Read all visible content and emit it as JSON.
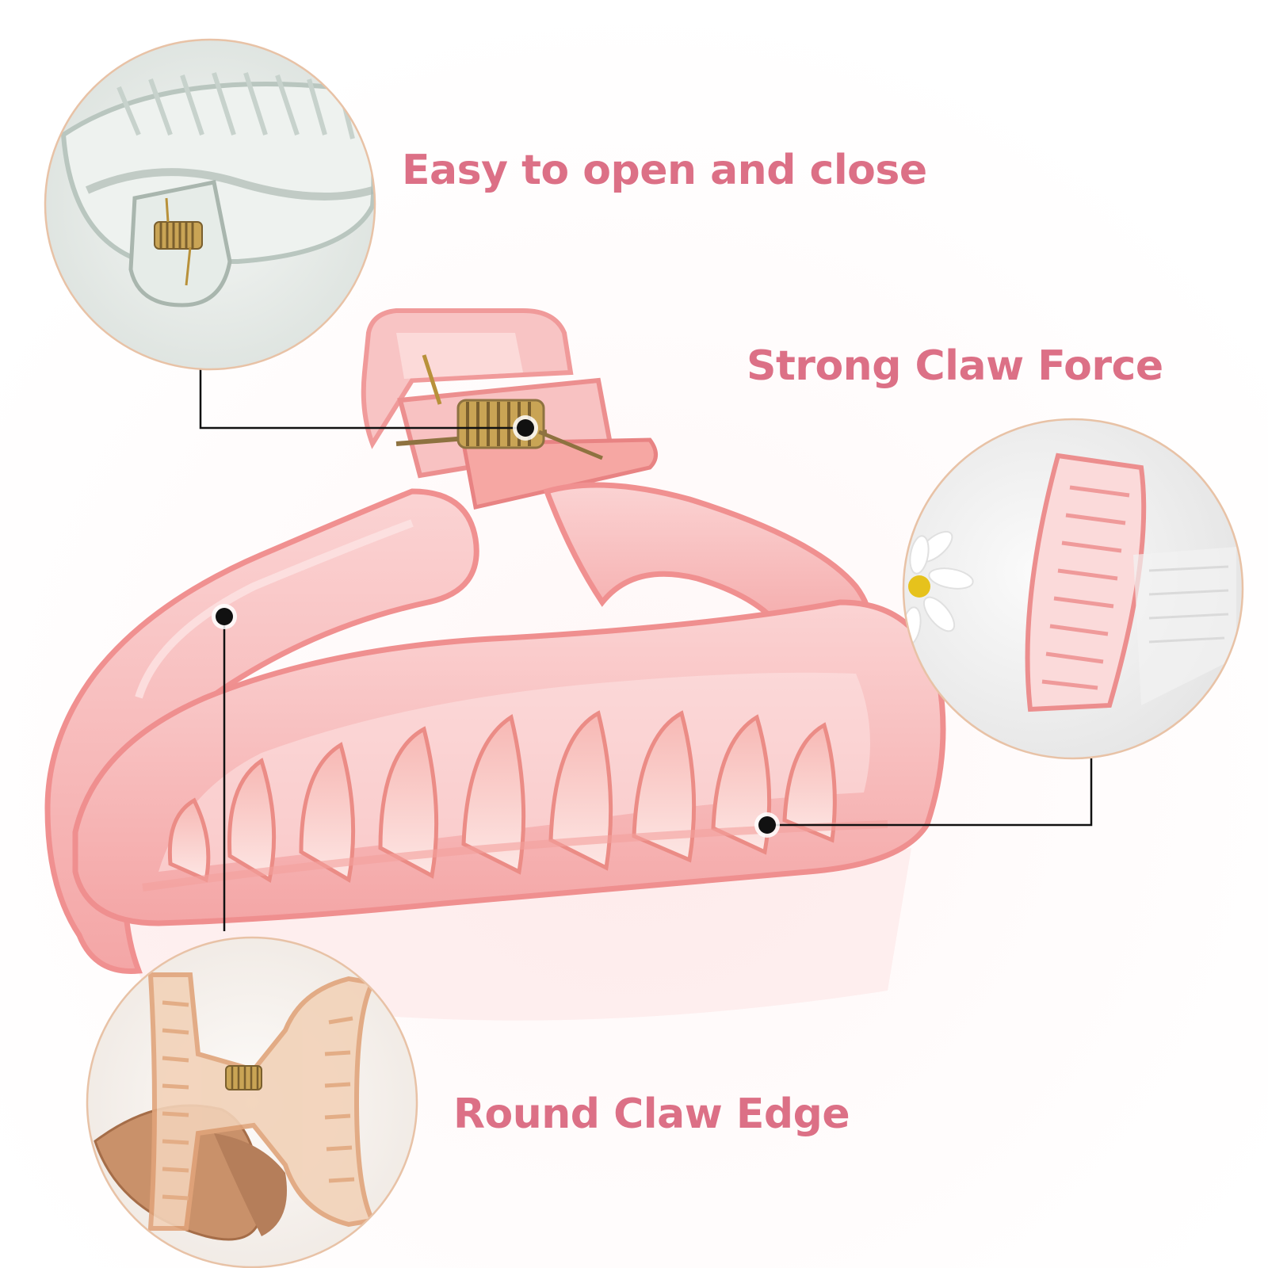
{
  "features": [
    {
      "label": "Easy to open and close"
    },
    {
      "label": "Strong Claw Force"
    },
    {
      "label": "Round Claw Edge"
    }
  ],
  "colors": {
    "accent_text": "#dc7086",
    "claw_pink": "#f4a6a6",
    "claw_pink_dark": "#e47a7a",
    "clear_clip": "#dfe8e4",
    "amber_clip": "#e8b48f",
    "spring_gold": "#b8913a",
    "callout_line": "#111111",
    "circle_border": "#e8c2a6"
  },
  "icons": {
    "spring": "coil-spring-icon",
    "flower": "daisy-icon"
  }
}
